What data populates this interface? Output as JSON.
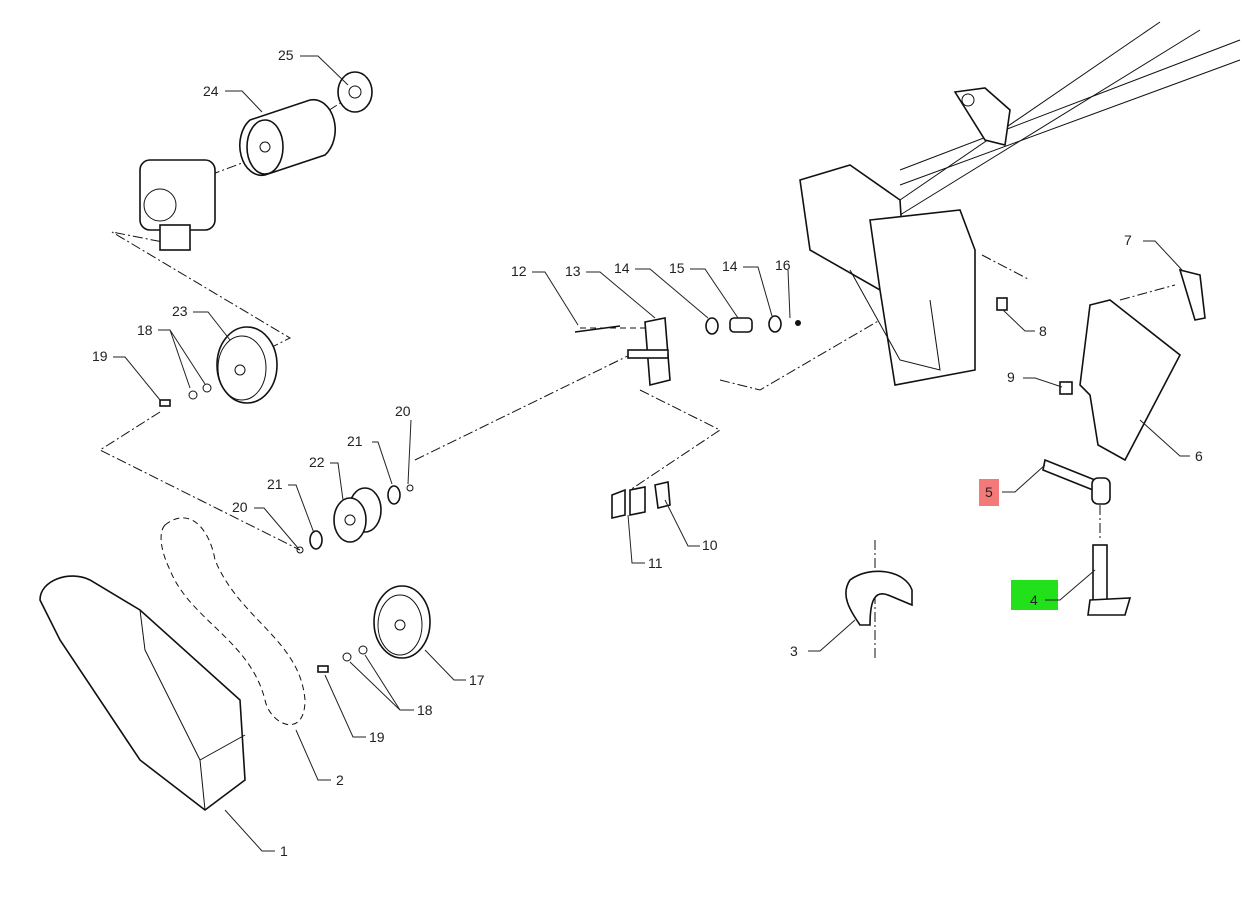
{
  "diagram": {
    "type": "exploded-parts-view",
    "callouts": [
      "1",
      "2",
      "3",
      "4",
      "5",
      "6",
      "7",
      "8",
      "9",
      "10",
      "11",
      "12",
      "13",
      "14",
      "15",
      "14",
      "16",
      "17",
      "18",
      "19",
      "20",
      "21",
      "22",
      "21",
      "20",
      "23",
      "18",
      "19",
      "24",
      "25"
    ],
    "highlights": {
      "part_5": {
        "label": "5",
        "color": "#f47a7a"
      },
      "part_4": {
        "label": "4",
        "color": "#22e01a"
      }
    }
  }
}
